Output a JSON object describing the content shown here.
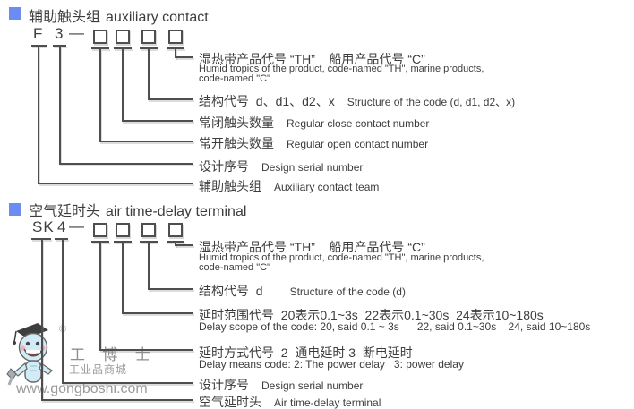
{
  "colors": {
    "accent_blue": "#6b8df2",
    "text": "#3d3d3d",
    "line": "#4e4e4e",
    "watermark_gray": "#9a9a9a"
  },
  "section1": {
    "header": {
      "zh": "辅助触头组",
      "en": "auxiliary contact"
    },
    "code": {
      "prefix": "F",
      "serial": "3",
      "dash": "—"
    },
    "labels": [
      {
        "zh": "湿热带产品代号 “TH”    船用产品代号 “C”",
        "en": "Humid tropics of the product, code-named \"TH\", marine products,",
        "en2": "code-named \"C\""
      },
      {
        "zh": "结构代号  d、d1、d2、x",
        "en": "Structure of the code (d, d1, d2、x)"
      },
      {
        "zh": "常闭触头数量",
        "en": "Regular close contact number"
      },
      {
        "zh": "常开触头数量",
        "en": "Regular open contact number"
      },
      {
        "zh": "设计序号",
        "en": "Design serial number"
      },
      {
        "zh": "辅助触头组",
        "en": "Auxiliary contact team"
      }
    ]
  },
  "section2": {
    "header": {
      "zh": "空气延时头",
      "en": "air time-delay terminal"
    },
    "code": {
      "prefix": "SK",
      "serial": "4",
      "dash": "—"
    },
    "labels": [
      {
        "zh": "湿热带产品代号 “TH”    船用产品代号 “C”",
        "en": "Humid tropics of the product, code-named \"TH\", marine products,",
        "en2": "code-named \"C\""
      },
      {
        "zh": "结构代号  d",
        "en": "Structure of the code (d)"
      },
      {
        "zh": "延时范围代号  20表示0.1~3s  22表示0.1~30s  24表示10~180s",
        "en": "Delay scope of the code: 20, said 0.1 ~ 3s      22, said 0.1~30s    24, said 10~180s"
      },
      {
        "zh": "延时方式代号  2  通电延时 3  断电延时",
        "en": "Delay means code: 2: The power delay   3: power delay"
      },
      {
        "zh": "设计序号",
        "en": "Design serial number"
      },
      {
        "zh": "空气延时头",
        "en": "Air time-delay terminal"
      }
    ]
  },
  "watermark": {
    "registered": "®",
    "brand": "工 博 士",
    "sub": "工业品商城",
    "url": "www.gongboshi.com"
  }
}
